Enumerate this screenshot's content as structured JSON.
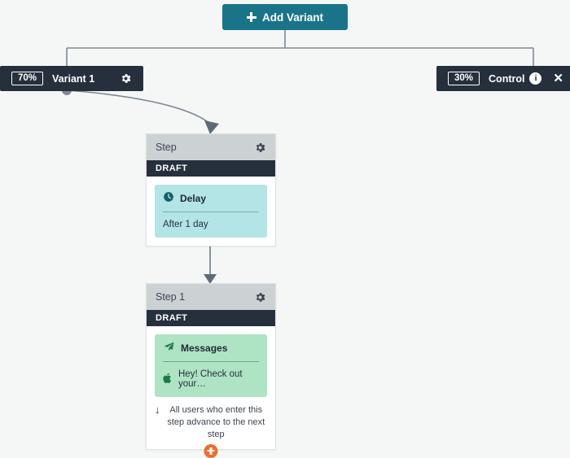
{
  "toolbar": {
    "add_variant_label": "Add Variant",
    "add_variant_icon": "plus-icon",
    "accent_color": "#1a7489"
  },
  "variants": [
    {
      "percent": "70%",
      "label": "Variant 1",
      "gear_icon": "gear-icon",
      "node_color": "#26303d"
    }
  ],
  "control": {
    "percent": "30%",
    "label": "Control",
    "info_icon": "info-icon",
    "info_glyph": "i",
    "close_icon": "close-icon",
    "close_glyph": "✕",
    "node_color": "#26303d"
  },
  "steps": [
    {
      "title": "Step",
      "status": "DRAFT",
      "gear_icon": "gear-icon",
      "block": {
        "kind": "delay",
        "icon": "clock-icon",
        "heading": "Delay",
        "detail": "After 1 day",
        "color": "#b3e4e6"
      }
    },
    {
      "title": "Step 1",
      "status": "DRAFT",
      "gear_icon": "gear-icon",
      "block": {
        "kind": "messages",
        "icon": "paper-plane-icon",
        "heading": "Messages",
        "detail_icon": "apple-icon",
        "detail": "Hey! Check out your…",
        "color": "#aee3c4"
      },
      "advance": {
        "icon": "arrow-down-icon",
        "glyph": "↓",
        "line1": "All users who enter this step",
        "line2": "advance to the next step"
      },
      "add_step": {
        "icon": "add-step-icon",
        "color": "#ef6d28"
      }
    }
  ],
  "canvas": {
    "background": "#f5f7f6",
    "connector_color": "#7c8894"
  }
}
